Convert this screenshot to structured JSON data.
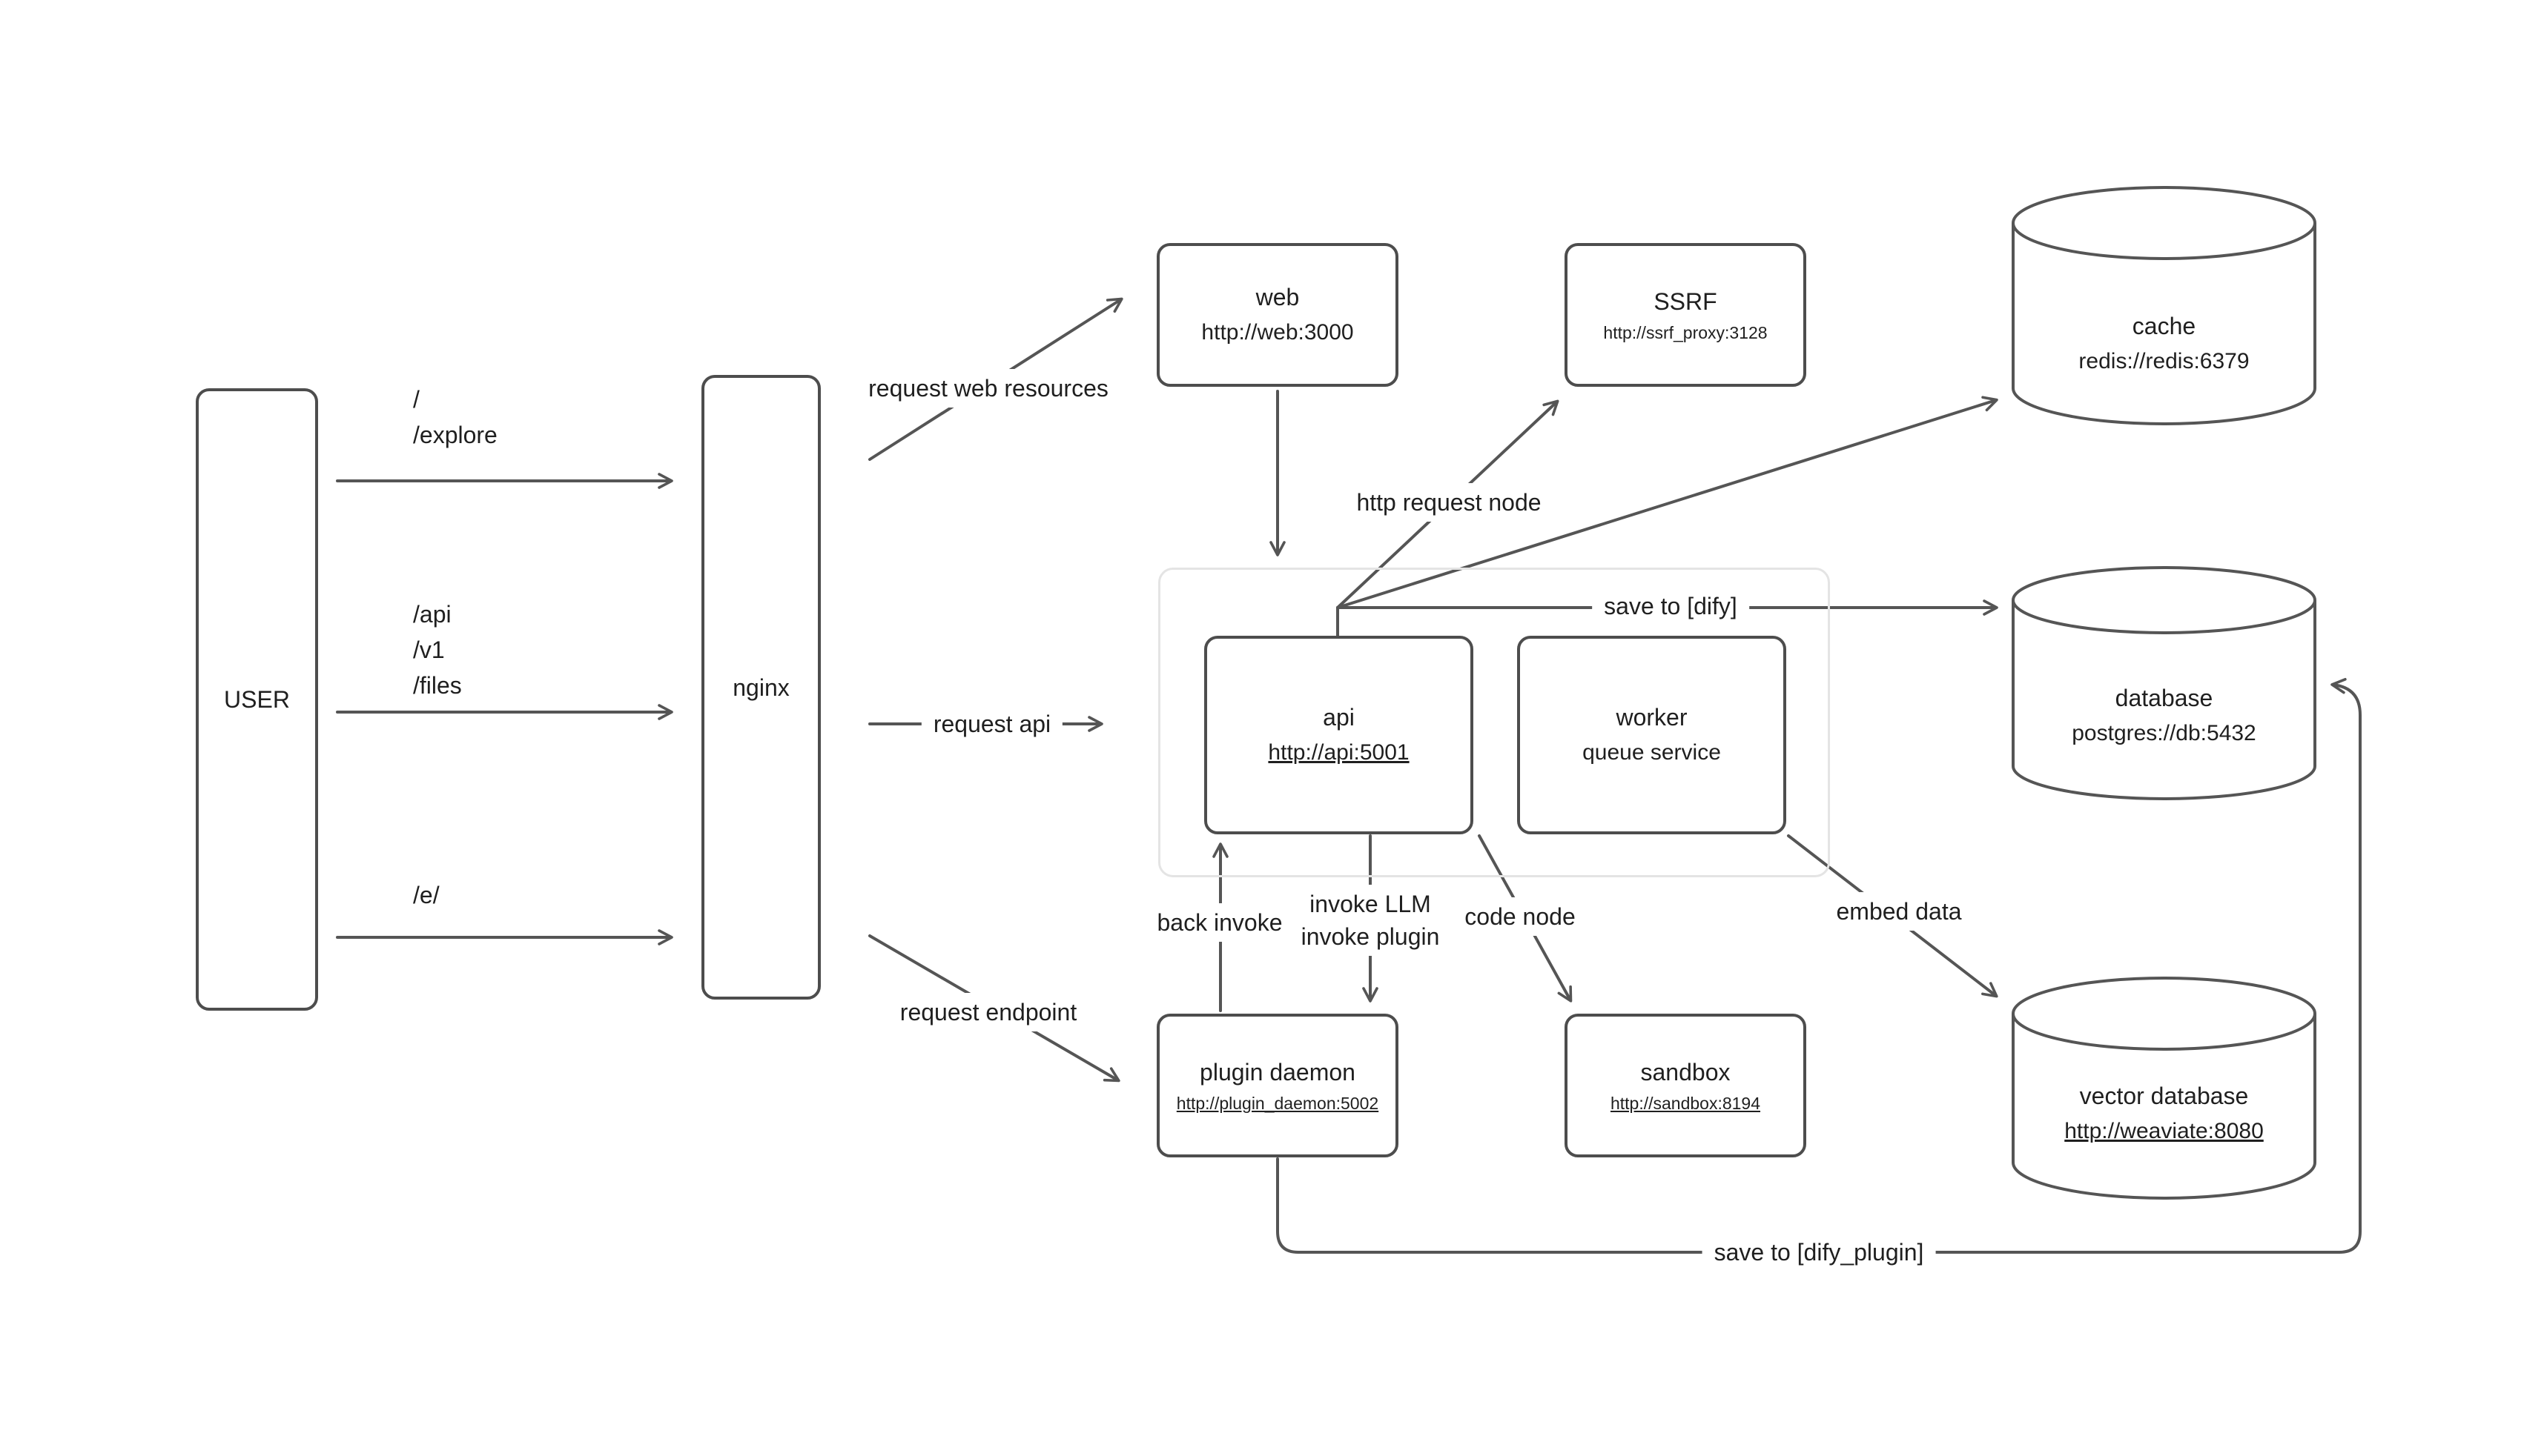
{
  "diagram": {
    "colors": {
      "stroke": "#555555",
      "box_border": "#4d4d4d",
      "text": "#1f1f1f",
      "group_border": "#e4e4e4",
      "background": "#ffffff"
    },
    "nodes": {
      "user": {
        "label": "USER"
      },
      "nginx": {
        "label": "nginx"
      },
      "web": {
        "title": "web",
        "subtitle": "http://web:3000"
      },
      "ssrf": {
        "title": "SSRF",
        "subtitle": "http://ssrf_proxy:3128"
      },
      "cache": {
        "title": "cache",
        "subtitle": "redis://redis:6379"
      },
      "api": {
        "title": "api",
        "subtitle": "http://api:5001"
      },
      "worker": {
        "title": "worker",
        "subtitle": "queue service"
      },
      "database": {
        "title": "database",
        "subtitle": "postgres://db:5432"
      },
      "plugin_daemon": {
        "title": "plugin daemon",
        "subtitle": "http://plugin_daemon:5002"
      },
      "sandbox": {
        "title": "sandbox",
        "subtitle": "http://sandbox:8194"
      },
      "vector_database": {
        "title": "vector database",
        "subtitle": "http://weaviate:8080"
      }
    },
    "labels": {
      "user_paths_top": [
        "/",
        "/explore"
      ],
      "user_paths_mid": [
        "/api",
        "/v1",
        "/files"
      ],
      "user_paths_bottom": [
        "/e/"
      ],
      "request_web": "request web resources",
      "request_api": "request api",
      "request_endpoint": "request endpoint",
      "http_request_node": "http request node",
      "save_to_dify": "save to [dify]",
      "back_invoke": "back invoke",
      "invoke_llm": "invoke LLM",
      "invoke_plugin": "invoke plugin",
      "code_node": "code node",
      "embed_data": "embed data",
      "save_to_dify_plugin": "save to [dify_plugin]"
    }
  }
}
